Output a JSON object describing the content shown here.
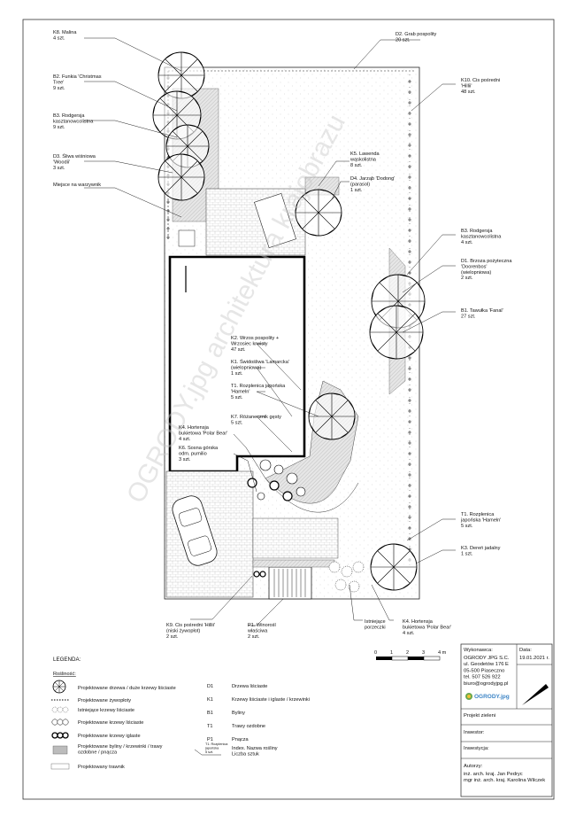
{
  "callouts_left": [
    {
      "id": "k8",
      "lines": [
        "K8. Malina",
        "4 szt."
      ]
    },
    {
      "id": "b2",
      "lines": [
        "B2. Funkia 'Christmas",
        "Tree'",
        "9 szt."
      ]
    },
    {
      "id": "b3a",
      "lines": [
        "B3. Rodgersja",
        "kasztanowcolistna",
        "9 szt."
      ]
    },
    {
      "id": "d3",
      "lines": [
        "D3. Śliwa wiśniowa",
        "'Woodii'",
        "3 szt."
      ]
    },
    {
      "id": "compost",
      "lines": [
        "Miejsce na warzywnik"
      ]
    }
  ],
  "callouts_right": [
    {
      "id": "d2",
      "lines": [
        "D2. Grab pospolity",
        "20 szt."
      ]
    },
    {
      "id": "k10",
      "lines": [
        "K10. Cis pośredni",
        "'Hillii'",
        "48 szt."
      ]
    },
    {
      "id": "k5",
      "lines": [
        "K5. Lawenda",
        "wąskolistna",
        "8 szt."
      ]
    },
    {
      "id": "d4",
      "lines": [
        "D4. Jarząb 'Dodong'",
        "(parasol)",
        "1 szt."
      ]
    },
    {
      "id": "b3b",
      "lines": [
        "B3. Rodgersja",
        "kasztanowcolistna",
        "4 szt."
      ]
    },
    {
      "id": "d1",
      "lines": [
        "D1. Brzoza pożyteczna",
        "'Doorenbos'",
        "(wielopniowa)",
        "2 szt."
      ]
    },
    {
      "id": "b1",
      "lines": [
        "B1. Tawułka 'Fanal'",
        "27 szt."
      ]
    },
    {
      "id": "t1b",
      "lines": [
        "T1. Rozplenica",
        "japońska 'Hameln'",
        "5 szt."
      ]
    },
    {
      "id": "k3",
      "lines": [
        "K3. Dereń jadalny",
        "1 szt."
      ]
    }
  ],
  "callouts_house": [
    {
      "id": "k2",
      "lines": [
        "K2. Wrzos pospolity +",
        "Wrzosiec krwisty",
        "47 szt."
      ]
    },
    {
      "id": "k1",
      "lines": [
        "K1. Świdośliwa 'Lamarcka'",
        "(wielopniowa)",
        "1 szt."
      ]
    },
    {
      "id": "t1a",
      "lines": [
        "T1. Rozplenica japońska",
        "'Hameln'",
        "5 szt."
      ]
    },
    {
      "id": "k7",
      "lines": [
        "K7. Różanecznik gęsty",
        "5 szt."
      ]
    },
    {
      "id": "k4a",
      "lines": [
        "K4. Hortensja",
        "bukietowa 'Polar Bear'",
        "4 szt."
      ]
    },
    {
      "id": "k6",
      "lines": [
        "K6. Sosna górska",
        "odm. pumilio",
        "3 szt."
      ]
    }
  ],
  "callouts_bottom": [
    {
      "id": "k9",
      "lines": [
        "K9. Cis pośredni 'Hillii'",
        "(niski żywopłot)",
        "2 szt."
      ]
    },
    {
      "id": "p1",
      "lines": [
        "P1. Winorośl",
        "właściwa",
        "2 szt."
      ]
    },
    {
      "id": "existing",
      "lines": [
        "Istniejące",
        "porzeczki"
      ]
    },
    {
      "id": "k4b",
      "lines": [
        "K4. Hortensja",
        "bukietowa 'Polar Bear'",
        "4 szt."
      ]
    }
  ],
  "scale": {
    "ticks": [
      "0",
      "1",
      "2",
      "3",
      "4 m"
    ]
  },
  "legend": {
    "title": "LEGENDA:",
    "subtitle": "Rośliność:",
    "items": [
      "Projektowane drzewa / duże krzewy liściaste",
      "Projektowane żywopłoty",
      "Istniejące krzewy liściaste",
      "Projektowane krzewy liściaste",
      "Projektowane krzewy iglaste",
      "Projektowane byliny / krzewinki / trawy ozdobne / pnącza",
      "Projektowany trawnik"
    ],
    "codes": [
      {
        "code": "D1",
        "desc": "Drzewa liściaste"
      },
      {
        "code": "K1",
        "desc": "Krzewy liściaste i iglaste / krzewinki"
      },
      {
        "code": "B1",
        "desc": "Byliny"
      },
      {
        "code": "T1",
        "desc": "Trawy ozdobne"
      },
      {
        "code": "P1",
        "desc": "Pnącza"
      }
    ],
    "sample_lines": [
      "T1. Rozplenica",
      "japońska",
      "5 szt."
    ],
    "index_lines": [
      "Index. Nazwa rośliny",
      "Liczba sztuk"
    ]
  },
  "title_block": {
    "contractor_label": "Wykonawca:",
    "contractor_lines": [
      "OGRODY JPG S.C.",
      "ul. Geodetów 176 E",
      "05-500 Piaseczno",
      "tel. 507 526 922",
      "biuro@ogrodyjpg.pl"
    ],
    "date_label": "Data:",
    "date": "19.01.2021 r.",
    "logo_text": "OGRODY.jpg",
    "project_label": "Projekt zieleni",
    "investor_label": "Inwestor:",
    "investment_label": "Inwestycja:",
    "authors_label": "Autorzy:",
    "authors": [
      "inż. arch. kraj. Jan Pedryc",
      "mgr inż. arch. kraj. Karolina Wilczek"
    ]
  },
  "watermark": "OGRODY.jpg  architektura krajobrazu"
}
